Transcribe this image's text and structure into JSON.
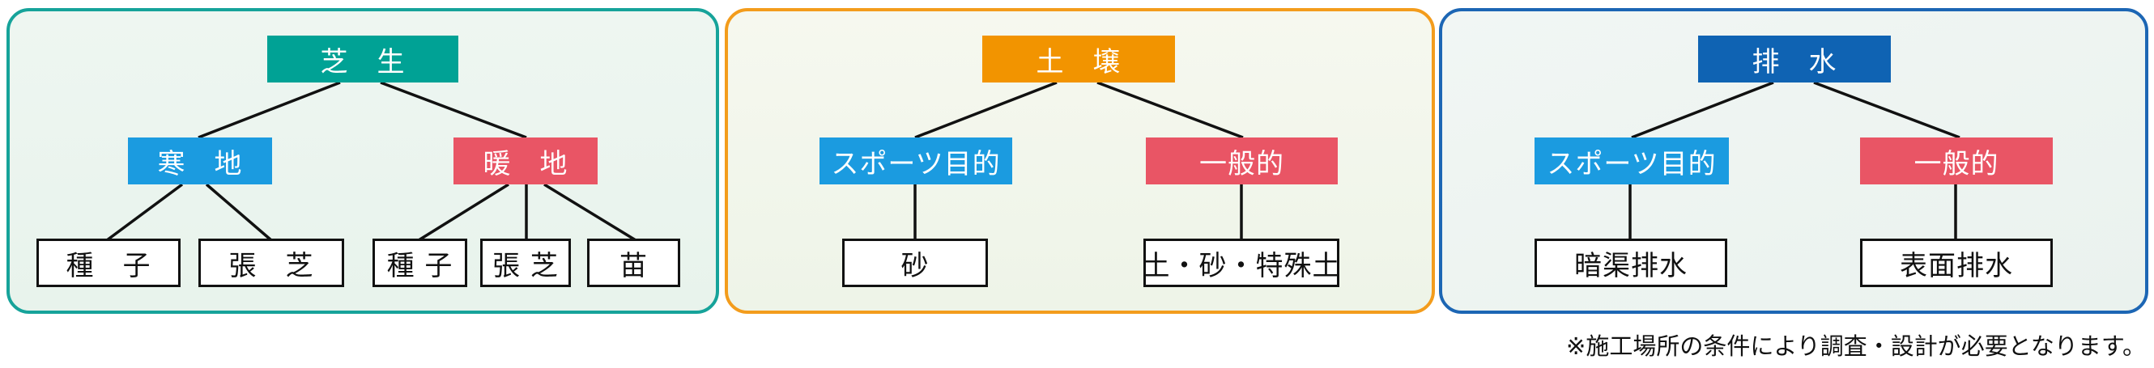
{
  "colors": {
    "teal": "#00a295",
    "blue": "#1b9be0",
    "red": "#e95565",
    "orange": "#f29400",
    "navy": "#0f63b3"
  },
  "panels": [
    {
      "root": "芝　生",
      "branches": [
        "寒　地",
        "暖　地"
      ],
      "leaves": [
        "種　子",
        "張　芝",
        "種 子",
        "張 芝",
        "苗"
      ]
    },
    {
      "root": "土　壌",
      "branches": [
        "スポーツ目的",
        "一般的"
      ],
      "leaves": [
        "砂",
        "土・砂・特殊土"
      ]
    },
    {
      "root": "排　水",
      "branches": [
        "スポーツ目的",
        "一般的"
      ],
      "leaves": [
        "暗渠排水",
        "表面排水"
      ]
    }
  ],
  "note": "※施工場所の条件により調査・設計が必要となります。"
}
